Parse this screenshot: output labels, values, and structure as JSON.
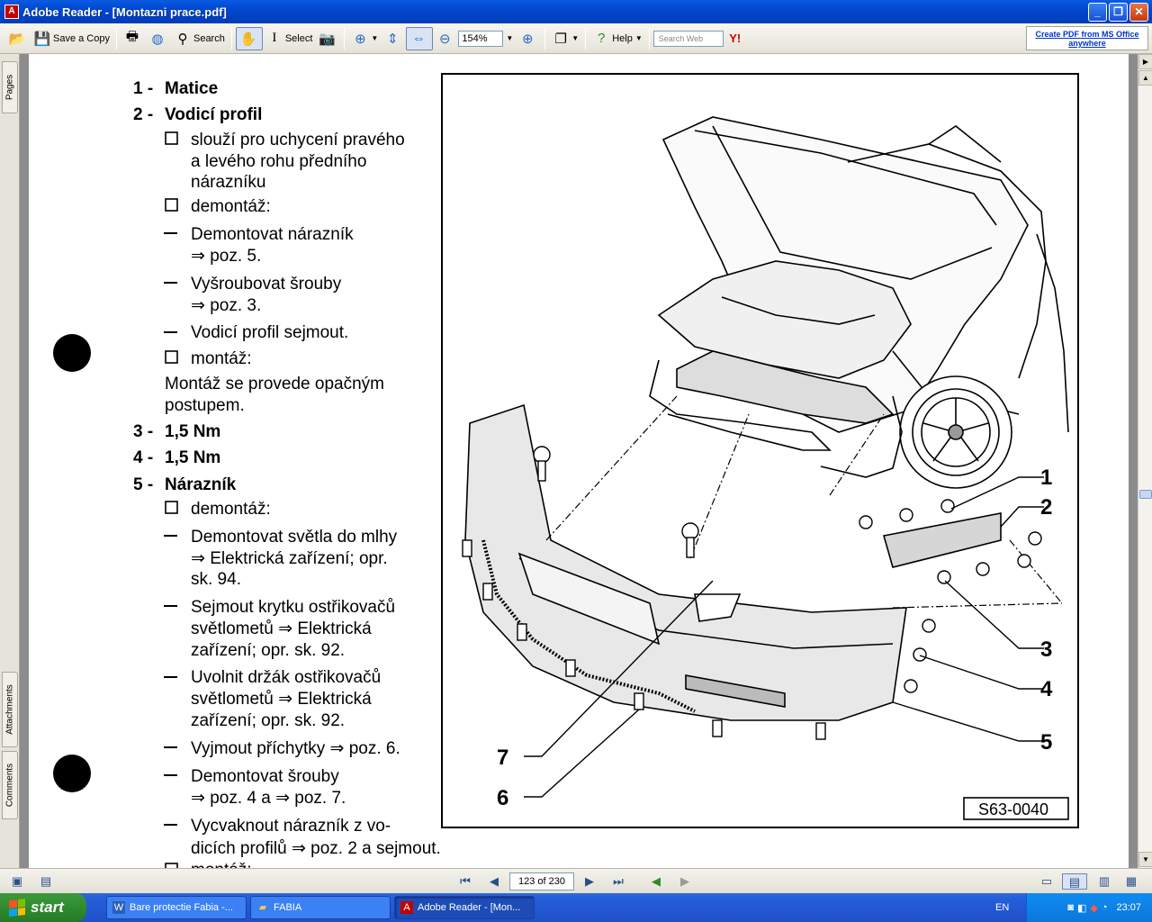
{
  "window": {
    "title": "Adobe Reader - [Montazni prace.pdf]",
    "icon": "adobe-reader-icon"
  },
  "toolbar": {
    "save_label": "Save a Copy",
    "search_label": "Search",
    "select_label": "Select",
    "zoom_value": "154%",
    "help_label": "Help",
    "search_web_placeholder": "Search Web",
    "create_pdf_line1": "Create PDF from MS Office",
    "create_pdf_line2": "anywhere"
  },
  "nav_tabs": {
    "pages": "Pages",
    "attachments": "Attachments",
    "comments": "Comments"
  },
  "document": {
    "items": [
      {
        "num": "1 -",
        "label": "Matice"
      },
      {
        "num": "2 -",
        "label": "Vodicí profil"
      },
      {
        "num": "3 -",
        "label": "1,5 Nm"
      },
      {
        "num": "4 -",
        "label": "1,5 Nm"
      },
      {
        "num": "5 -",
        "label": "Nárazník"
      }
    ],
    "p2_b1_l1": "slouží pro uchycení pravého",
    "p2_b1_l2": "a levého rohu předního",
    "p2_b1_l3": "nárazníku",
    "p2_b2": "demontáž:",
    "p2_d1_l1": "Demontovat nárazník",
    "p2_d1_l2": "⇒ poz. 5.",
    "p2_d2_l1": "Vyšroubovat šrouby",
    "p2_d2_l2": "⇒ poz. 3.",
    "p2_d3": "Vodicí profil sejmout.",
    "p2_b3": "montáž:",
    "p2_m_l1": "Montáž se provede opačným",
    "p2_m_l2": "postupem.",
    "p5_b1": "demontáž:",
    "p5_d1_l1": "Demontovat světla do mlhy",
    "p5_d1_l2": "⇒ Elektrická zařízení; opr.",
    "p5_d1_l3": "sk. 94.",
    "p5_d2_l1": "Sejmout krytku ostřikovačů",
    "p5_d2_l2": "světlometů ⇒ Elektrická",
    "p5_d2_l3": "zařízení; opr. sk. 92.",
    "p5_d3_l1": "Uvolnit držák ostřikovačů",
    "p5_d3_l2": "světlometů ⇒ Elektrická",
    "p5_d3_l3": "zařízení; opr. sk. 92.",
    "p5_d4": "Vyjmout příchytky ⇒ poz. 6.",
    "p5_d5_l1": "Demontovat šrouby",
    "p5_d5_l2": "⇒ poz. 4 a ⇒ poz. 7.",
    "p5_d6_l1": "Vycvaknout nárazník z vo-",
    "p5_d6_l2": "dicích profilů ⇒ poz. 2 a sejmout.",
    "p5_cut": "montáž:",
    "figure": {
      "callouts": [
        "1",
        "2",
        "3",
        "4",
        "5",
        "6",
        "7"
      ],
      "code": "S63-0040"
    }
  },
  "status": {
    "page_indicator": "123 of 230"
  },
  "taskbar": {
    "start": "start",
    "tasks": [
      {
        "label": "Bare protectie Fabia -...",
        "icon": "word-document-icon"
      },
      {
        "label": "FABIA",
        "icon": "folder-icon"
      },
      {
        "label": "Adobe Reader - [Mon...",
        "icon": "adobe-reader-icon"
      }
    ],
    "lang": "EN",
    "clock": "23:07"
  },
  "colors": {
    "titlebar": "#0147cf",
    "taskbar": "#245edb",
    "start": "#2e8b2e",
    "page_bg": "#8c8c8c"
  }
}
